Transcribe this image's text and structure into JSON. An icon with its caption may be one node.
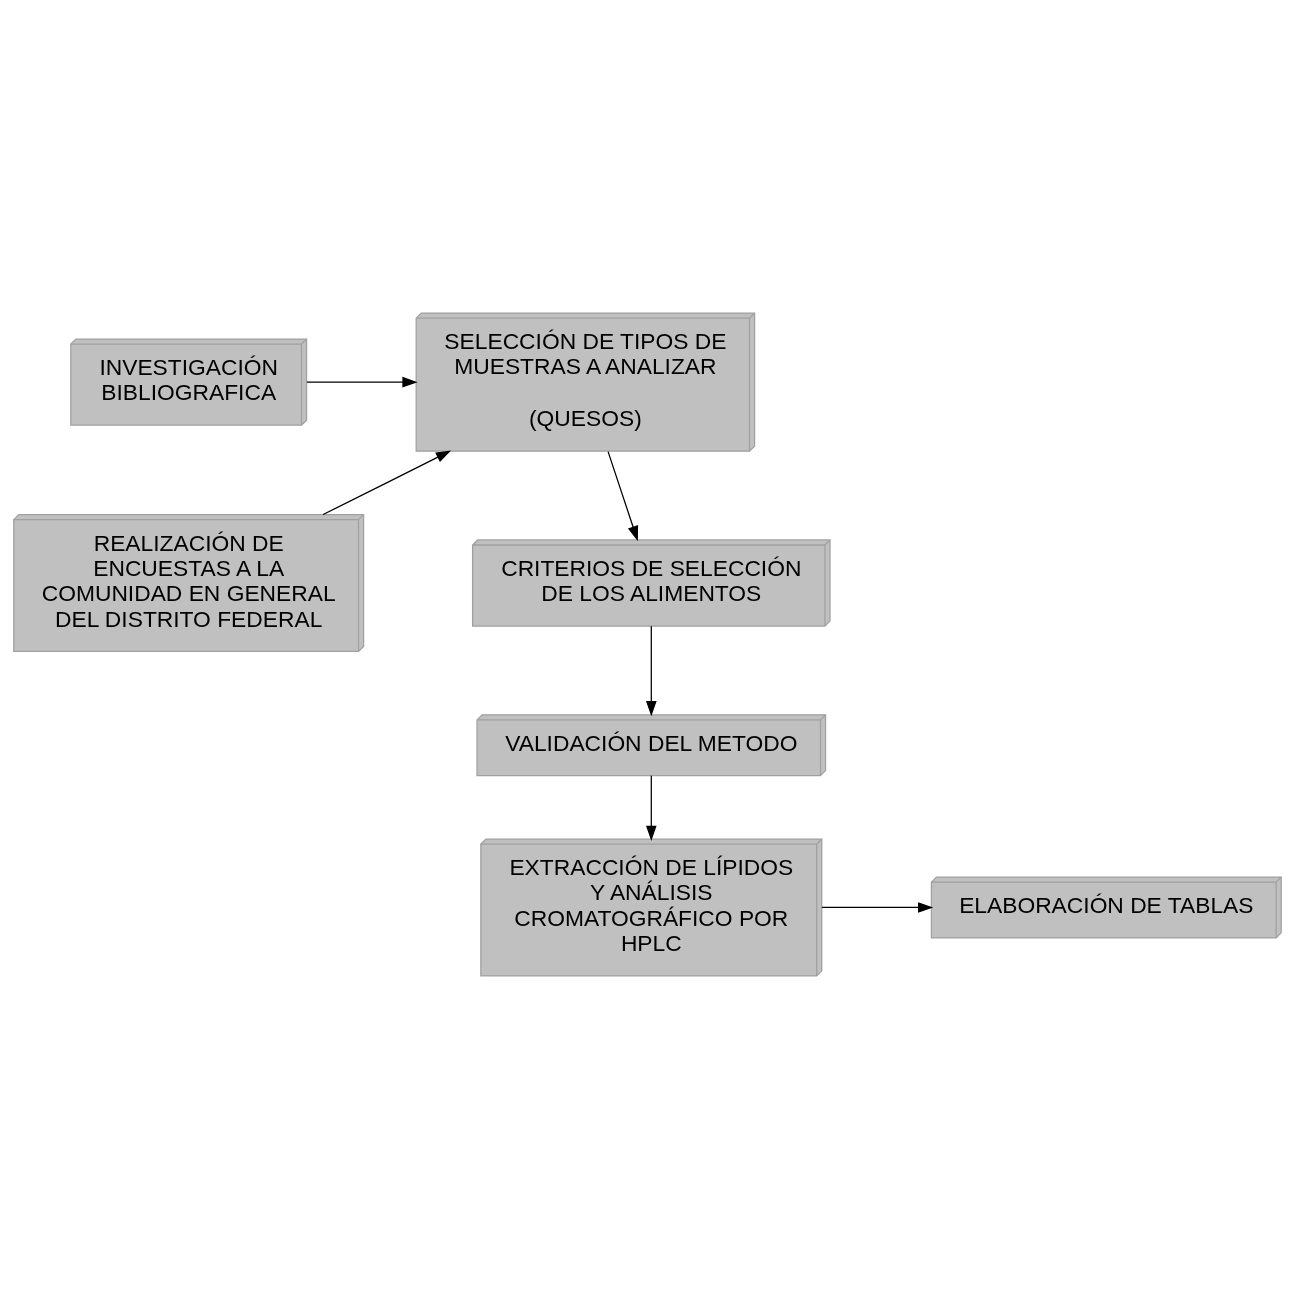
{
  "diagram": {
    "nodes": [
      {
        "text": [
          "INVESTIGACIÓN BIBLIOGRAFICA"
        ]
      },
      {
        "text": [
          "SELECCIÓN DE TIPOS DE MUESTRAS A ANALIZAR",
          "(QUESOS)"
        ]
      },
      {
        "text": [
          "REALIZACIÓN DE ENCUESTAS A LA COMUNIDAD EN GENERAL DEL DISTRITO FEDERAL"
        ]
      },
      {
        "text": [
          "CRITERIOS DE SELECCIÓN DE LOS ALIMENTOS"
        ]
      },
      {
        "text": [
          "VALIDACIÓN DEL METODO"
        ]
      },
      {
        "text": [
          "EXTRACCIÓN DE LÍPIDOS Y ANÁLISIS CROMATOGRÁFICO POR HPLC"
        ]
      },
      {
        "text": [
          "ELABORACIÓN DE TABLAS"
        ]
      }
    ],
    "edges": [
      {
        "from": 0,
        "to": 1,
        "arrow": "to"
      },
      {
        "from": 2,
        "to": 1,
        "arrow": "to"
      },
      {
        "from": 1,
        "to": 3,
        "arrow": "to"
      },
      {
        "from": 3,
        "to": 4,
        "arrow": "to"
      },
      {
        "from": 4,
        "to": 5,
        "arrow": "to"
      },
      {
        "from": 5,
        "to": 6,
        "arrow": "to"
      }
    ]
  }
}
